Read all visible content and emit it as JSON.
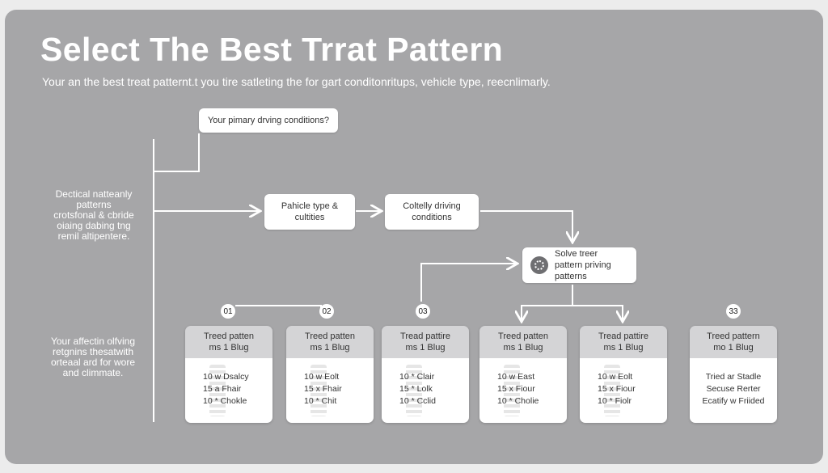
{
  "title": "Select The Best Trrat Pattern",
  "subtitle": "Your an the best treat patternt.t you tire satleting the for gart conditonritups, vehicle type, reecnlimarly.",
  "flow": {
    "question": "Your pimary drving conditions?",
    "vehicle": "Pahicle type & cultities",
    "climate": "Coltelly driving conditions",
    "solve": "Solve treer pattern priving patterns"
  },
  "notes": {
    "top": "Dectical natteanly\npatterns\ncrotsfonal & cbride\noiaing dabing tng\nremil altipentere.",
    "bottom": "Your affectin olfving\nretgnins thesatwith\norteaal ard for wore\nand climmate."
  },
  "cards": [
    {
      "number": "01",
      "head": [
        "Treed patten",
        "ms 1 Blug"
      ],
      "rows": [
        "10  w  Dsalcy",
        "15  a  Fhair",
        "10  *  Chokle"
      ]
    },
    {
      "number": "02",
      "head": [
        "Treed patten",
        "ms 1 Blug"
      ],
      "rows": [
        "10  w  Eolt",
        "15  x  Fhair",
        "10  *  Chit"
      ]
    },
    {
      "number": "03",
      "head": [
        "Tread pattire",
        "ms 1 Blug"
      ],
      "rows": [
        "10  *  Clair",
        "15  *  Lolk",
        "10  *  Cclid"
      ]
    },
    {
      "number": "",
      "head": [
        "Treed patten",
        "ms 1 Blug"
      ],
      "rows": [
        "10  w  East",
        "15  x  Fiour",
        "10  *  Cholie"
      ]
    },
    {
      "number": "",
      "head": [
        "Tread pattire",
        "ms 1 Blug"
      ],
      "rows": [
        "10  w  Eolt",
        "15  x  Fiour",
        "10  *  Fiolr"
      ]
    },
    {
      "number": "33",
      "head": [
        "Treed pattern",
        "mo 1 Blug"
      ],
      "rows": [
        "Tried ar Stadle",
        "Secuse Rerter",
        "Ecatify w Friided"
      ]
    }
  ]
}
